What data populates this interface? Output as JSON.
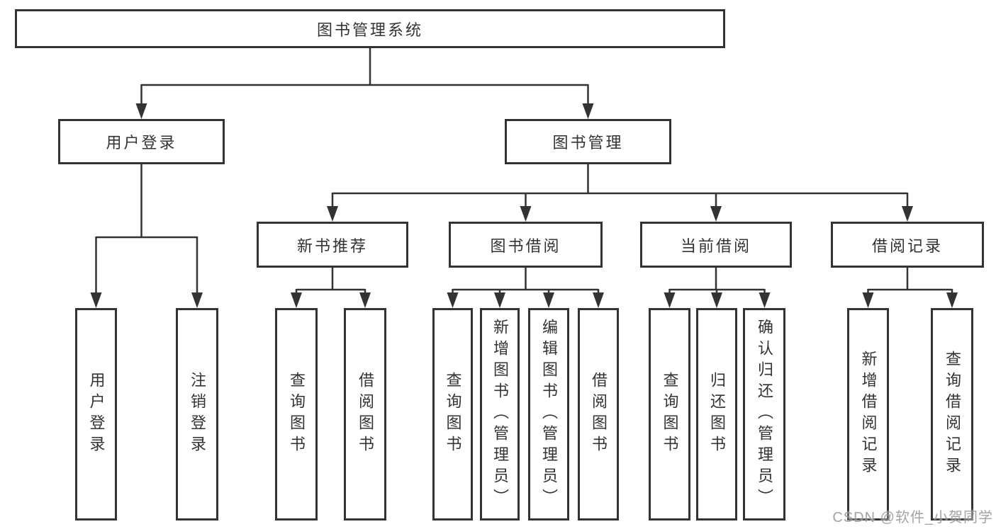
{
  "colors": {
    "line": "#333333",
    "box_border": "#333333",
    "box_fill": "#ffffff",
    "text": "#333333",
    "watermark_text": "#8c8c8c"
  },
  "watermark": {
    "text": "CSDN @软件_小贺同学"
  },
  "chart_title": "图书管理系统",
  "tree": {
    "label": "图书管理系统",
    "children": [
      {
        "label": "用户登录",
        "children": [
          {
            "label": "用户登录"
          },
          {
            "label": "注销登录"
          }
        ]
      },
      {
        "label": "图书管理",
        "children": [
          {
            "label": "新书推荐",
            "children": [
              {
                "label": "查询图书"
              },
              {
                "label": "借阅图书"
              }
            ]
          },
          {
            "label": "图书借阅",
            "children": [
              {
                "label": "查询图书"
              },
              {
                "label": "新增图书（管理员）"
              },
              {
                "label": "编辑图书（管理员）"
              },
              {
                "label": "借阅图书"
              }
            ]
          },
          {
            "label": "当前借阅",
            "children": [
              {
                "label": "查询图书"
              },
              {
                "label": "归还图书"
              },
              {
                "label": "确认归还（管理员）"
              }
            ]
          },
          {
            "label": "借阅记录",
            "children": [
              {
                "label": "新增借阅记录"
              },
              {
                "label": "查询借阅记录"
              }
            ]
          }
        ]
      }
    ]
  }
}
